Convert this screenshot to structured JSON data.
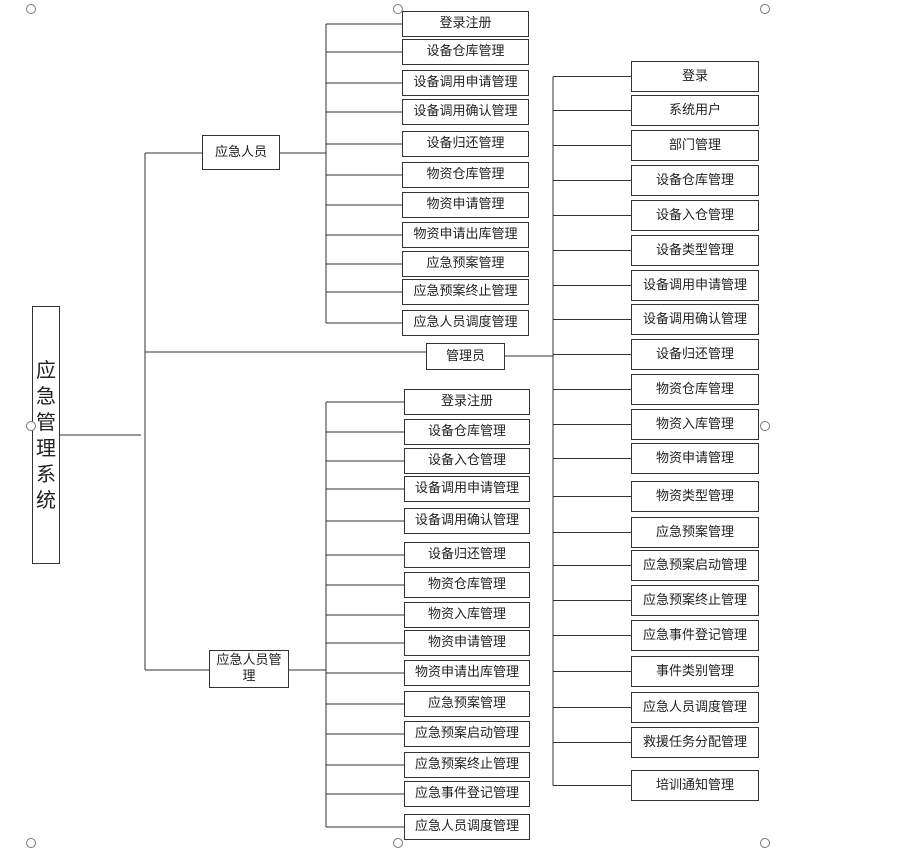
{
  "root": "应急管理系统",
  "roles": {
    "emergency_staff": "应急人员",
    "admin": "管理员",
    "staff_manager": "应急人员管理"
  },
  "emergency_staff_items": [
    "登录注册",
    "设备仓库管理",
    "设备调用申请管理",
    "设备调用确认管理",
    "设备归还管理",
    "物资仓库管理",
    "物资申请管理",
    "物资申请出库管理",
    "应急预案管理",
    "应急预案终止管理",
    "应急人员调度管理"
  ],
  "admin_items": [
    "登录",
    "系统用户",
    "部门管理",
    "设备仓库管理",
    "设备入仓管理",
    "设备类型管理",
    "设备调用申请管理",
    "设备调用确认管理",
    "设备归还管理",
    "物资仓库管理",
    "物资入库管理",
    "物资申请管理",
    "物资类型管理",
    "应急预案管理",
    "应急预案启动管理",
    "应急预案终止管理",
    "应急事件登记管理",
    "事件类别管理",
    "应急人员调度管理",
    "救援任务分配管理",
    "培训通知管理"
  ],
  "staff_manager_items": [
    "登录注册",
    "设备仓库管理",
    "设备入仓管理",
    "设备调用申请管理",
    "设备调用确认管理",
    "设备归还管理",
    "物资仓库管理",
    "物资入库管理",
    "物资申请管理",
    "物资申请出库管理",
    "应急预案管理",
    "应急预案启动管理",
    "应急预案终止管理",
    "应急事件登记管理",
    "应急人员调度管理"
  ]
}
